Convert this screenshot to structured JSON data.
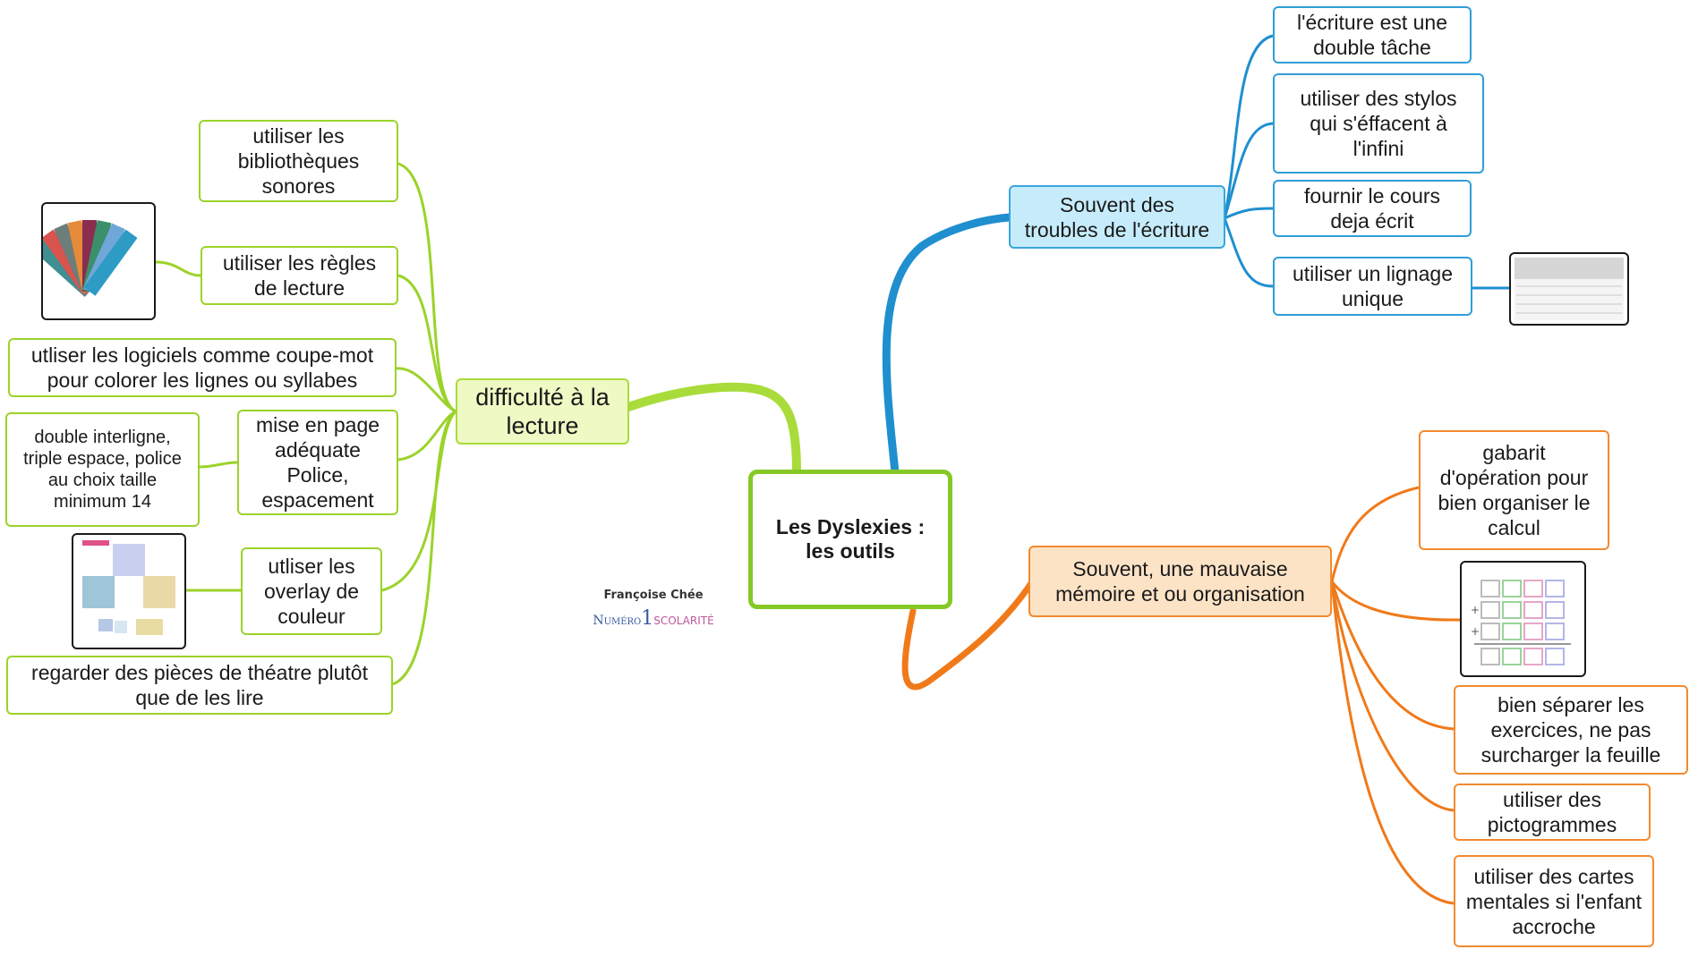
{
  "central": {
    "label": "Les Dyslexies :\nles outils"
  },
  "credit": {
    "author": "Françoise Chée",
    "logo_part1": "Numéro",
    "logo_one": "1",
    "logo_part2": "SCOLARITÉ"
  },
  "colors": {
    "reading_branch": "#a9dc3a",
    "writing_branch": "#1f8fcf",
    "memory_branch": "#f07a1a"
  },
  "branches": {
    "reading": {
      "label": "difficulté à la\nlecture",
      "items": [
        {
          "label": "utiliser les\nbibliothèques\nsonores"
        },
        {
          "label": "utiliser les règles\nde lecture",
          "image": "reading-rulers-fan-image"
        },
        {
          "label": "utliser les logiciels comme coupe-mot\npour colorer les lignes ou syllabes"
        },
        {
          "label": "mise en page\nadéquate\nPolice,\nespacement",
          "detail": "double interligne,\ntriple espace, police\nau choix taille\nminimum 14"
        },
        {
          "label": "utliser les\noverlay de\ncouleur",
          "image": "color-overlay-sheets-image"
        },
        {
          "label": "regarder des pièces de théatre plutôt\nque de les lire"
        }
      ]
    },
    "writing": {
      "label": "Souvent des\ntroubles de l'écriture",
      "items": [
        {
          "label": "l'écriture est une\ndouble tâche"
        },
        {
          "label": "utiliser des stylos\nqui s'éffacent à\nl'infini"
        },
        {
          "label": "fournir le cours\ndeja écrit"
        },
        {
          "label": "utiliser un lignage\nunique",
          "image": "lined-paper-image"
        }
      ]
    },
    "memory": {
      "label": "Souvent, une mauvaise\nmémoire et ou organisation",
      "items": [
        {
          "label": "gabarit\nd'opération pour\nbien organiser le\ncalcul"
        },
        {
          "label": "",
          "image": "calculation-grid-image"
        },
        {
          "label": "bien séparer les\nexercices, ne pas\nsurcharger la feuille"
        },
        {
          "label": "utiliser des\npictogrammes"
        },
        {
          "label": "utiliser des cartes\nmentales si l'enfant\naccroche"
        }
      ]
    }
  }
}
